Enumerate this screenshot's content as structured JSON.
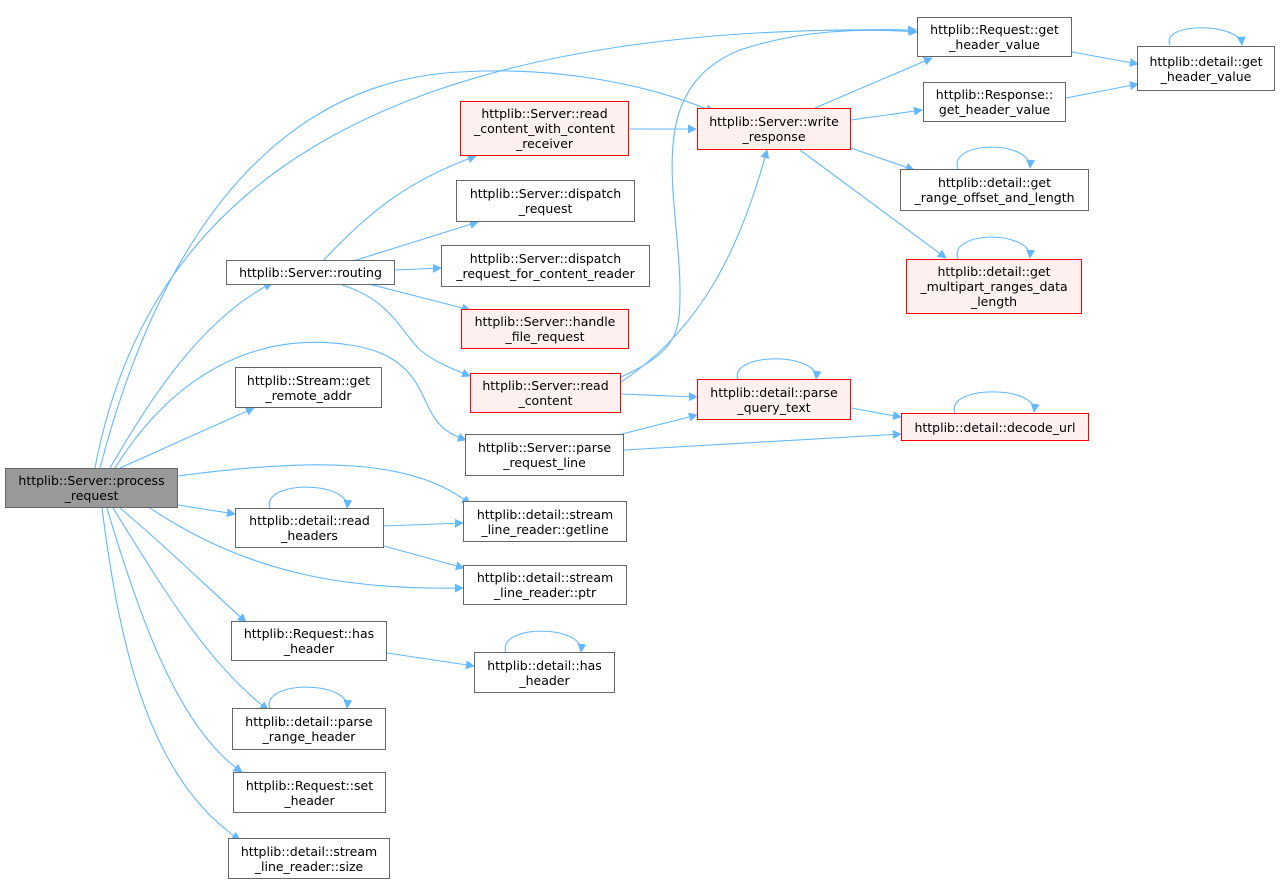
{
  "graph": {
    "edge_color": "#63b8ff",
    "node_border_color": "#666666",
    "highlight_border_color": "#ff0000",
    "highlight_fill_color": "#fff0f0",
    "root_fill_color": "#999999",
    "nodes": {
      "root": "httplib::Server::process\n_request",
      "req_get_header_value": "httplib::Request::get\n_header_value",
      "detail_get_header_value": "httplib::detail::get\n_header_value",
      "read_content_with_content_receiver": "httplib::Server::read\n_content_with_content\n_receiver",
      "write_response": "httplib::Server::write\n_response",
      "resp_get_header_value": "httplib::Response::\nget_header_value",
      "dispatch_request": "httplib::Server::dispatch\n_request",
      "get_range_offset_and_length": "httplib::detail::get\n_range_offset_and_length",
      "routing": "httplib::Server::routing",
      "dispatch_request_for_content_reader": "httplib::Server::dispatch\n_request_for_content_reader",
      "get_multipart_ranges_data_length": "httplib::detail::get\n_multipart_ranges_data\n_length",
      "handle_file_request": "httplib::Server::handle\n_file_request",
      "stream_get_remote_addr": "httplib::Stream::get\n_remote_addr",
      "read_content": "httplib::Server::read\n_content",
      "parse_query_text": "httplib::detail::parse\n_query_text",
      "decode_url": "httplib::detail::decode_url",
      "parse_request_line": "httplib::Server::parse\n_request_line",
      "read_headers": "httplib::detail::read\n_headers",
      "stream_line_reader_getline": "httplib::detail::stream\n_line_reader::getline",
      "stream_line_reader_ptr": "httplib::detail::stream\n_line_reader::ptr",
      "req_has_header": "httplib::Request::has\n_header",
      "detail_has_header": "httplib::detail::has\n_header",
      "parse_range_header": "httplib::detail::parse\n_range_header",
      "req_set_header": "httplib::Request::set\n_header",
      "stream_line_reader_size": "httplib::detail::stream\n_line_reader::size"
    }
  }
}
